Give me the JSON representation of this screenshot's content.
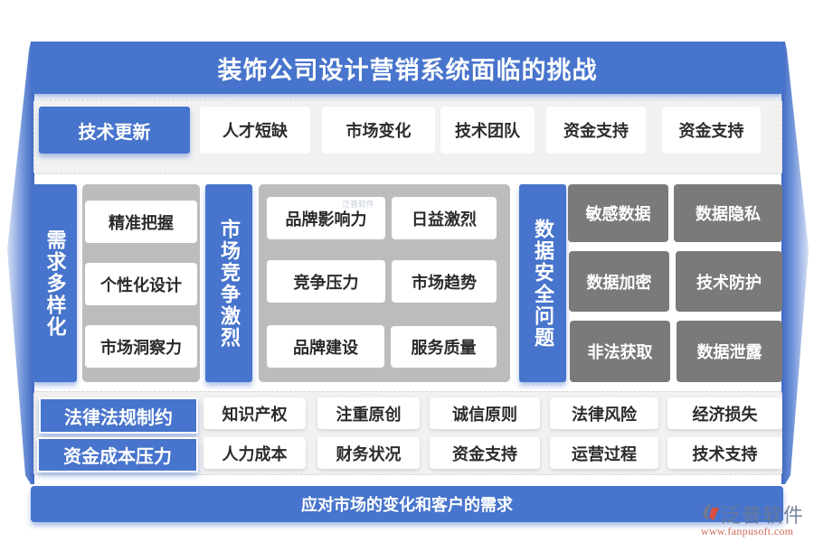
{
  "title": "装饰公司设计营销系统面临的挑战",
  "top_section": {
    "category": "技术更新",
    "items": [
      "人才短缺",
      "市场变化",
      "技术团队",
      "资金支持",
      "资金支持"
    ]
  },
  "middle_section": {
    "demand": {
      "category": "需求多样化",
      "items": [
        "精准把握",
        "个性化设计",
        "市场洞察力"
      ]
    },
    "competition": {
      "category": "市场竞争激烈",
      "items": [
        "品牌影响力",
        "日益激烈",
        "竞争压力",
        "市场趋势",
        "品牌建设",
        "服务质量"
      ]
    },
    "security": {
      "category": "数据安全问题",
      "items": [
        "敏感数据",
        "数据隐私",
        "数据加密",
        "技术防护",
        "非法获取",
        "数据泄露"
      ]
    }
  },
  "bottom_rows": [
    {
      "category": "法律法规制约",
      "items": [
        "知识产权",
        "注重原创",
        "诚信原则",
        "法律风险",
        "经济损失"
      ]
    },
    {
      "category": "资金成本压力",
      "items": [
        "人力成本",
        "财务状况",
        "资金支持",
        "运营过程",
        "技术支持"
      ]
    }
  ],
  "footer": "应对市场的变化和客户的需求",
  "logo": {
    "name": "泛普软件",
    "url": "www.fanpusoft.com"
  },
  "watermark": "泛普软件",
  "colors": {
    "primary_blue": "#4774cc",
    "panel_gray": "#f1f1f1",
    "mid_gray": "#bcbcbc",
    "dark_gray": "#7a7a7a",
    "text_dark": "#2b2b2b"
  }
}
